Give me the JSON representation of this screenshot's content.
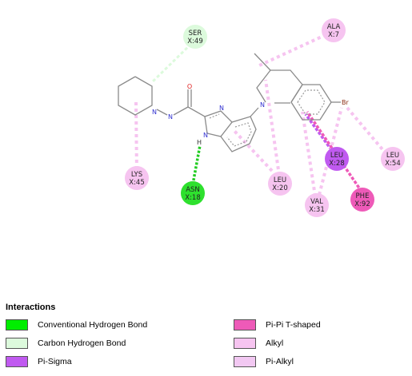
{
  "residues": [
    {
      "id": "ser49",
      "name": "SER",
      "pos": "X:49",
      "type": "carbon_hbond"
    },
    {
      "id": "ala7",
      "name": "ALA",
      "pos": "X:7",
      "type": "alkyl"
    },
    {
      "id": "lys45",
      "name": "LYS",
      "pos": "X:45",
      "type": "alkyl"
    },
    {
      "id": "asn18",
      "name": "ASN",
      "pos": "X:18",
      "type": "conventional_hbond"
    },
    {
      "id": "leu20",
      "name": "LEU",
      "pos": "X:20",
      "type": "alkyl"
    },
    {
      "id": "leu28",
      "name": "LEU",
      "pos": "X:28",
      "type": "pi_sigma"
    },
    {
      "id": "val31",
      "name": "VAL",
      "pos": "X:31",
      "type": "alkyl"
    },
    {
      "id": "phe92",
      "name": "PHE",
      "pos": "X:92",
      "type": "pi_pi_tshaped"
    },
    {
      "id": "leu54",
      "name": "LEU",
      "pos": "X:54",
      "type": "alkyl"
    }
  ],
  "atoms": {
    "oxygen": "O",
    "n_pip": "N",
    "n_hyd": "N",
    "n_imid_top": "N",
    "n_imid_bot": "N",
    "h_imid": "H",
    "n_quin": "N",
    "bromine": "Br"
  },
  "legend": {
    "title": "Interactions",
    "items": [
      {
        "label": "Conventional Hydrogen Bond",
        "color": "#00ee00"
      },
      {
        "label": "Carbon Hydrogen Bond",
        "color": "#dcfadc"
      },
      {
        "label": "Pi-Sigma",
        "color": "#c05af0"
      },
      {
        "label": "Pi-Pi T-shaped",
        "color": "#ee5ab8"
      },
      {
        "label": "Alkyl",
        "color": "#f6c4f0"
      },
      {
        "label": "Pi-Alkyl",
        "color": "#f2c8f2"
      }
    ]
  },
  "colors": {
    "conventional_hbond": "#00ee00",
    "carbon_hbond": "#dcfadc",
    "pi_sigma": "#c05af0",
    "pi_pi_tshaped": "#ee5ab8",
    "alkyl": "#f6c4f0",
    "pi_alkyl": "#f2c8f2",
    "bond": "#8a8a8a",
    "oxygen": "#e02020",
    "nitrogen": "#3030d0",
    "bromine": "#8b2a10"
  }
}
